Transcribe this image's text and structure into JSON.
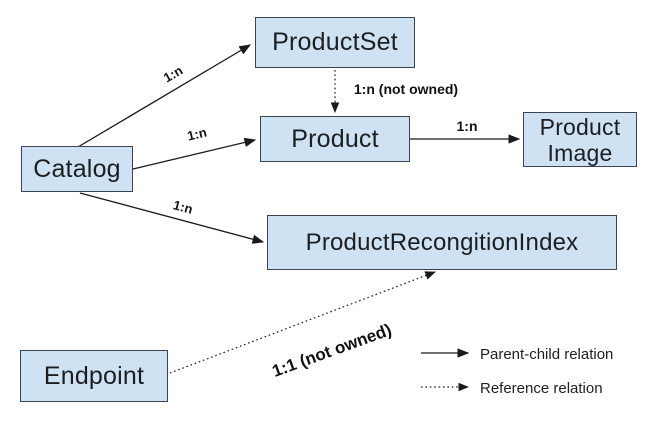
{
  "diagram": {
    "nodes": [
      {
        "id": "catalog",
        "label": "Catalog"
      },
      {
        "id": "product_set",
        "label": "ProductSet"
      },
      {
        "id": "product",
        "label": "Product"
      },
      {
        "id": "product_image",
        "label": "Product Image",
        "lines": [
          "Product",
          "Image"
        ]
      },
      {
        "id": "product_recognition_index",
        "label": "ProductRecongitionIndex"
      },
      {
        "id": "endpoint",
        "label": "Endpoint"
      }
    ],
    "relations": [
      {
        "from": "Catalog",
        "to": "ProductSet",
        "label": "1:n",
        "type": "parent-child"
      },
      {
        "from": "Catalog",
        "to": "Product",
        "label": "1:n",
        "type": "parent-child"
      },
      {
        "from": "Catalog",
        "to": "ProductRecongitionIndex",
        "label": "1:n",
        "type": "parent-child"
      },
      {
        "from": "ProductSet",
        "to": "Product",
        "label": "1:n (not owned)",
        "type": "reference"
      },
      {
        "from": "Product",
        "to": "Product Image",
        "label": "1:n",
        "type": "parent-child"
      },
      {
        "from": "Endpoint",
        "to": "ProductRecongitionIndex",
        "label": "1:1 (not owned)",
        "type": "reference"
      }
    ],
    "legend": [
      {
        "style": "solid",
        "label": "Parent-child relation"
      },
      {
        "style": "dotted",
        "label": "Reference relation"
      }
    ],
    "colors": {
      "node_fill": "#cfe2f3",
      "node_border": "#3b4450",
      "line": "#1a1a1a",
      "background": "#ffffff"
    }
  }
}
